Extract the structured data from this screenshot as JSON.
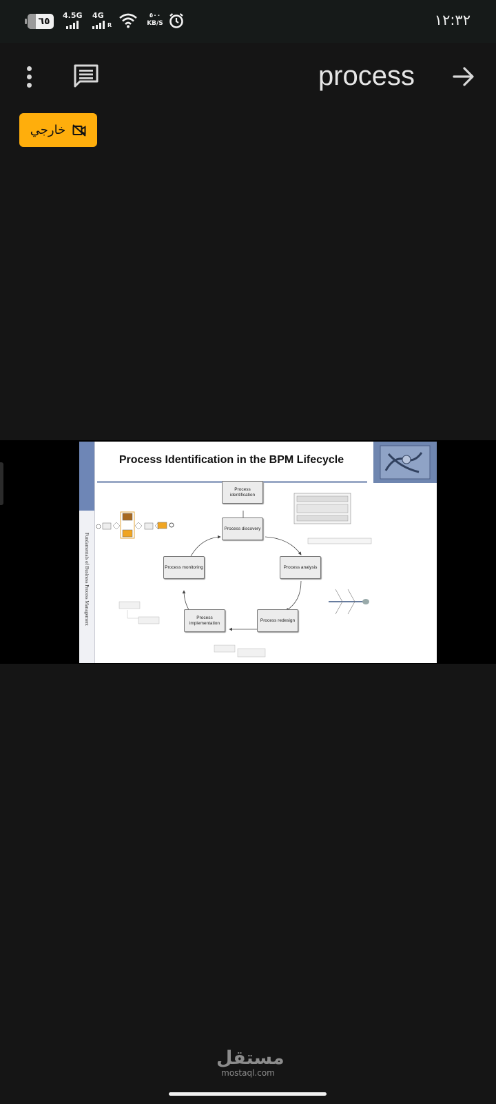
{
  "status_bar": {
    "battery": "٦٥",
    "signal1": "4.5G",
    "signal2": "4G",
    "signal2_suffix": "R",
    "data_speed": "٥٠٠",
    "data_unit": "KB/S",
    "time": "١٢:٣٢"
  },
  "toolbar": {
    "title": "process",
    "menu_icon": "more-vert-icon",
    "comment_icon": "comment-icon",
    "forward_icon": "arrow-forward-icon"
  },
  "external_button": {
    "label": "خارجي",
    "icon": "video-off-icon",
    "color": "#ffae0c"
  },
  "slide": {
    "title": "Process Identification in the BPM Lifecycle",
    "sidebar_text": "Fundamentals of Business Process Management",
    "nodes": {
      "identification": "Process identification",
      "discovery": "Process discovery",
      "analysis": "Process analysis",
      "redesign": "Process redesign",
      "implementation": "Process implementation",
      "monitoring": "Process monitoring"
    }
  },
  "watermark": {
    "arabic": "مستقل",
    "latin": "mostaql.com"
  }
}
